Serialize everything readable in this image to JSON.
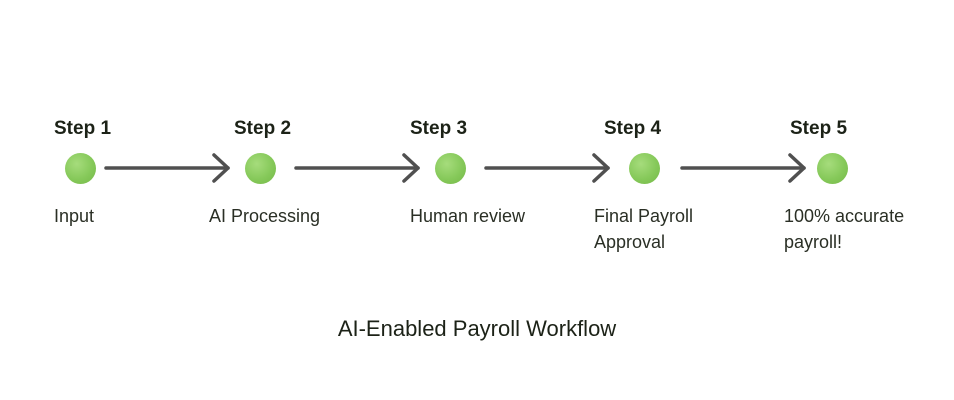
{
  "steps": [
    {
      "title": "Step 1",
      "description": [
        "Input"
      ]
    },
    {
      "title": "Step 2",
      "description": [
        "AI Processing"
      ]
    },
    {
      "title": "Step 3",
      "description": [
        "Human review"
      ]
    },
    {
      "title": "Step 4",
      "description": [
        "Final Payroll",
        "Approval"
      ]
    },
    {
      "title": "Step 5",
      "description": [
        "100% accurate",
        "payroll!"
      ]
    }
  ],
  "workflow_title": "AI-Enabled Payroll Workflow",
  "colors": {
    "node": "#86c95a",
    "arrow": "#505050",
    "text": "#1c2217"
  }
}
